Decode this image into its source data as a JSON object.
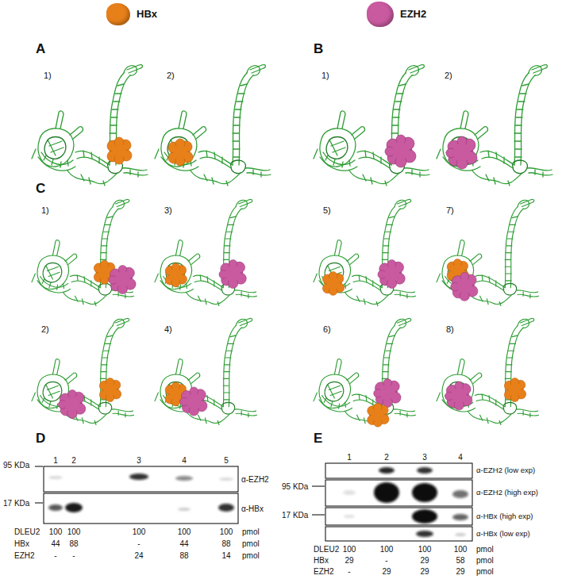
{
  "diagram": {
    "labels": [
      "A",
      "1)",
      "2)",
      "B",
      "1)",
      "2)",
      "C",
      "1)",
      "3)",
      "5)",
      "7)",
      "2)",
      "4)",
      "6)",
      "8)",
      "D",
      "E",
      "1",
      "2",
      "3",
      "4",
      "5",
      "95 KDa",
      "α-EZH2",
      "17 KDa",
      "α-HBx",
      "DLEU2",
      "100",
      "100",
      "100",
      "100",
      "100",
      "pmol",
      "HBx",
      "44",
      "88",
      "-",
      "44",
      "88",
      "pmol",
      "EZH2",
      "-",
      "-",
      "24",
      "88",
      "14",
      "pmol",
      "1",
      "2",
      "3",
      "4",
      "α-EZH2 (low exp)",
      "95 KDa",
      "α-EZH2 (high exp)",
      "17 KDa",
      "α-HBx (high exp)",
      "α-HBx (low exp)",
      "DLEU2",
      "100",
      "100",
      "100",
      "100",
      "pmol",
      "HBx",
      "29",
      "-",
      "29",
      "58",
      "pmol",
      "EZH2",
      "-",
      "29",
      "29",
      "29",
      "pmol"
    ],
    "legend": [
      {
        "text": "HBx",
        "color": "#e8801a"
      },
      {
        "text": "EZH2",
        "color": "#c95aa0"
      }
    ]
  }
}
